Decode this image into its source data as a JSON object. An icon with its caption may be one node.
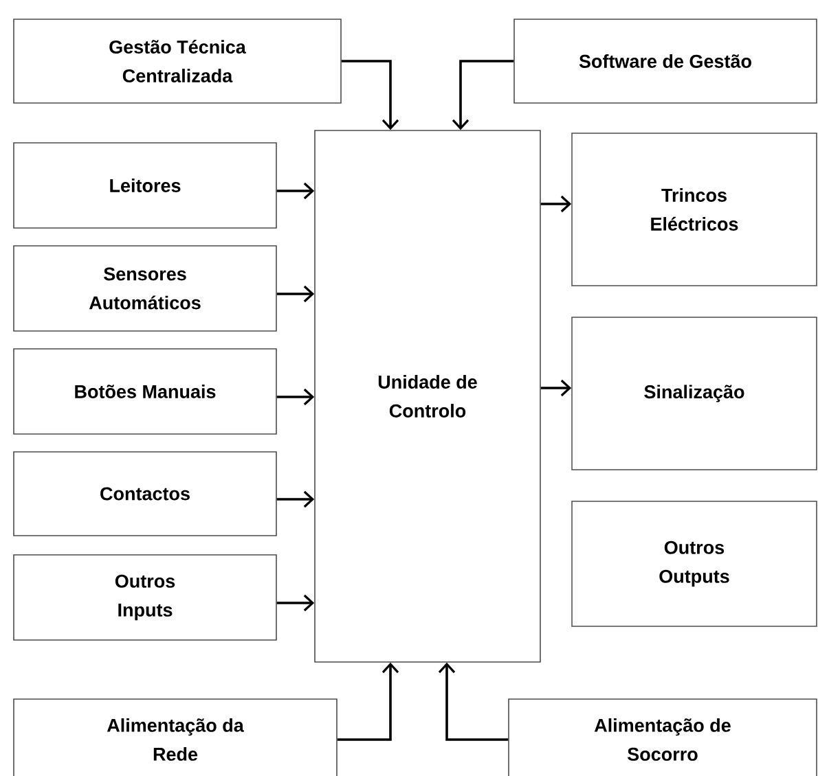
{
  "diagram": {
    "nodes": [
      {
        "text": [
          "Gestão Técnica Centralizada"
        ]
      },
      {
        "text": [
          "Software de Gestão"
        ]
      },
      {
        "text": [
          "Unidade de Controlo"
        ]
      },
      {
        "text": [
          "Leitores"
        ]
      },
      {
        "text": [
          "Sensores Automáticos"
        ]
      },
      {
        "text": [
          "Botões Manuais"
        ]
      },
      {
        "text": [
          "Contactos"
        ]
      },
      {
        "text": [
          "Outros Inputs"
        ]
      },
      {
        "text": [
          "Trincos Eléctricos"
        ]
      },
      {
        "text": [
          "Sinalização"
        ]
      },
      {
        "text": [
          "Outros Outputs"
        ]
      },
      {
        "text": [
          "Alimentação da Rede"
        ]
      },
      {
        "text": [
          "Alimentação de Socorro"
        ]
      }
    ],
    "edges": [
      {
        "from": 0,
        "to": 2,
        "arrow": "to"
      },
      {
        "from": 1,
        "to": 2,
        "arrow": "to"
      },
      {
        "from": 3,
        "to": 2,
        "arrow": "to"
      },
      {
        "from": 4,
        "to": 2,
        "arrow": "to"
      },
      {
        "from": 5,
        "to": 2,
        "arrow": "to"
      },
      {
        "from": 6,
        "to": 2,
        "arrow": "to"
      },
      {
        "from": 7,
        "to": 2,
        "arrow": "to"
      },
      {
        "from": 2,
        "to": 8,
        "arrow": "to"
      },
      {
        "from": 2,
        "to": 9,
        "arrow": "to"
      },
      {
        "from": 11,
        "to": 2,
        "arrow": "to"
      },
      {
        "from": 12,
        "to": 2,
        "arrow": "to"
      }
    ]
  }
}
